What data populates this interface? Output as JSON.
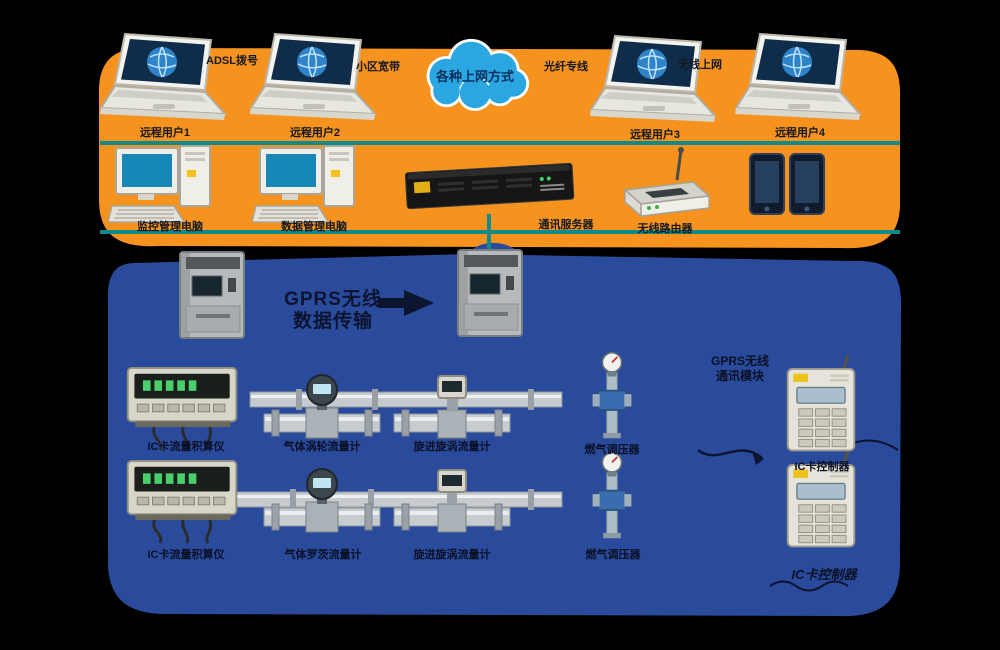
{
  "cloud": {
    "label": "各种上网方式"
  },
  "internet_row": {
    "access_methods": [
      "ADSL拨号",
      "小区宽带",
      "光纤专线",
      "无线上网"
    ],
    "laptops": [
      "远程用户1",
      "远程用户2",
      "远程用户3",
      "远程用户4"
    ]
  },
  "center_row": {
    "desktop1": "监控管理电脑",
    "desktop2": "数据管理电脑",
    "server": "通讯服务器",
    "router": "无线路由器"
  },
  "transfer": {
    "line1": "GPRS无线",
    "line2": "数据传输"
  },
  "right_column": {
    "note_line1": "GPRS无线",
    "note_line2": "通讯模块",
    "controller1": "IC卡控制器",
    "controller2": "IC卡控制器"
  },
  "row1": {
    "labels": [
      "IC卡流量积算仪",
      "气体涡轮流量计",
      "旋进旋涡流量计",
      "燃气调压器"
    ]
  },
  "row2": {
    "labels": [
      "IC卡流量积算仪",
      "气体罗茨流量计",
      "旋进旋涡流量计",
      "燃气调压器"
    ]
  },
  "icons": {
    "laptop": "laptop-icon",
    "desktop": "desktop-computer-icon",
    "server": "rack-server-icon",
    "router": "wireless-router-icon",
    "phones": "mobile-phones-icon",
    "kiosk": "vending-kiosk-icon",
    "flowcomp": "flow-computer-icon",
    "turbine": "turbine-flow-meter-icon",
    "vortex": "vortex-flow-meter-icon",
    "regulator": "gas-regulator-icon",
    "controller": "ic-card-controller-icon",
    "cloud": "internet-cloud-icon"
  },
  "colors": {
    "orange_band": "#F6921E",
    "blue_band": "#2A4B9C",
    "bus_line": "#0E8A8A",
    "cloud_fill": "#2AA7E0",
    "background": "#000000"
  }
}
